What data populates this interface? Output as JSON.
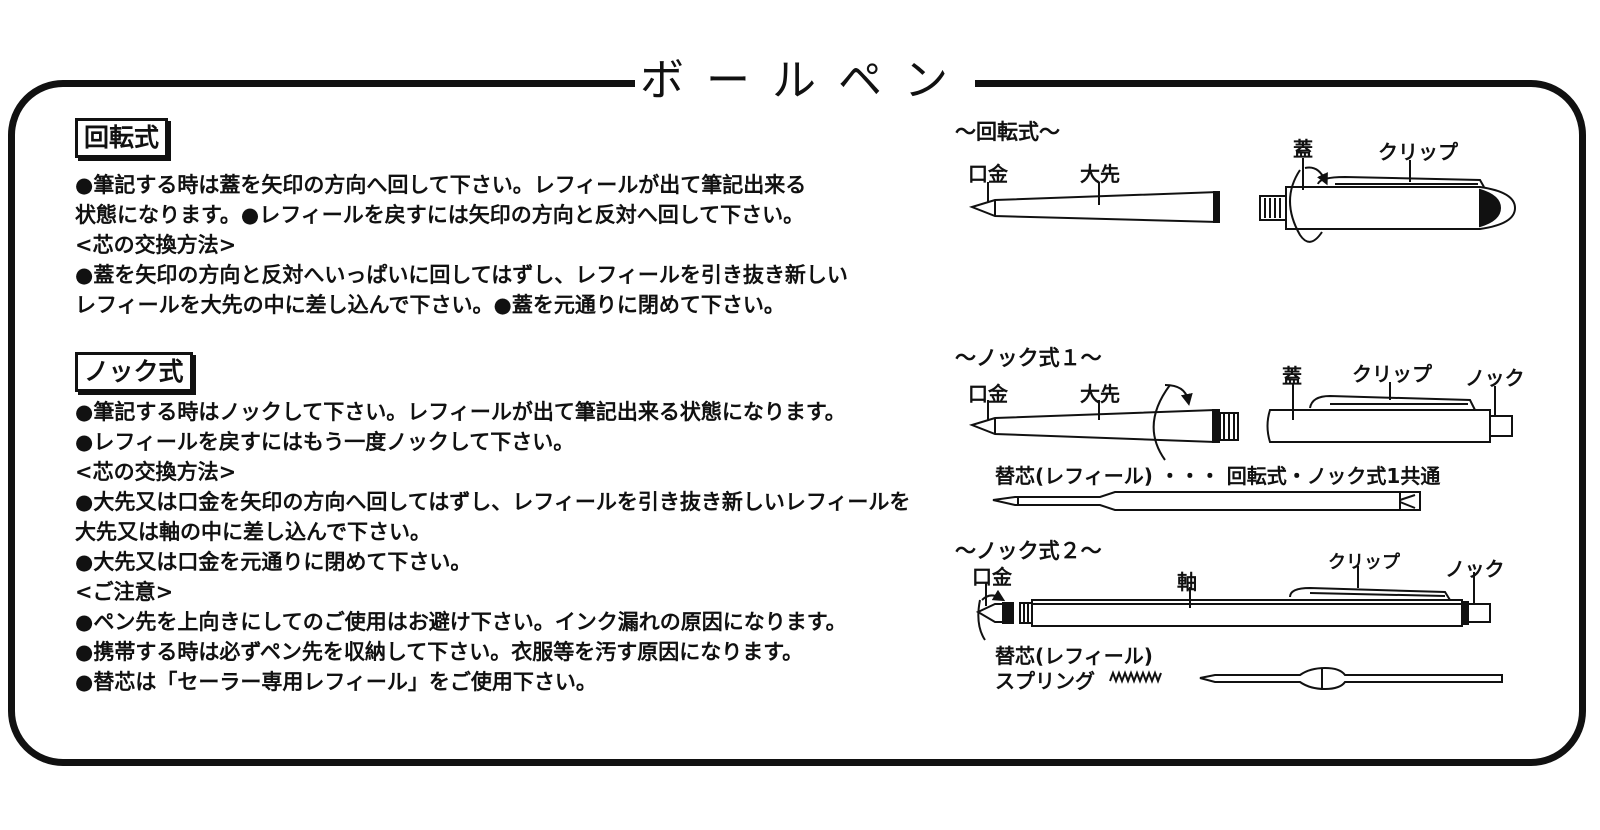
{
  "title": "ボールペン",
  "rotary": {
    "heading": "回転式",
    "lines": [
      "●筆記する時は蓋を矢印の方向へ回して下さい。レフィールが出て筆記出来る",
      "状態になります。●レフィールを戻すには矢印の方向と反対へ回して下さい。",
      "<芯の交換方法>",
      "●蓋を矢印の方向と反対へいっぱいに回してはずし、レフィールを引き抜き新しい",
      "レフィールを大先の中に差し込んで下さい。●蓋を元通りに閉めて下さい。"
    ]
  },
  "knock": {
    "heading": "ノック式",
    "lines": [
      "●筆記する時はノックして下さい。レフィールが出て筆記出来る状態になります。",
      "●レフィールを戻すにはもう一度ノックして下さい。",
      "<芯の交換方法>",
      "●大先又は口金を矢印の方向へ回してはずし、レフィールを引き抜き新しいレフィールを",
      "大先又は軸の中に差し込んで下さい。",
      "●大先又は口金を元通りに閉めて下さい。",
      "<ご注意>",
      "●ペン先を上向きにしてのご使用はお避け下さい。インク漏れの原因になります。",
      "●携帯する時は必ずペン先を収納して下さい。衣服等を汚す原因になります。",
      "●替芯は「セーラー専用レフィール」をご使用下さい。"
    ]
  },
  "diagrams": {
    "rotary_heading": "〜回転式〜",
    "knock1_heading": "〜ノック式１〜",
    "knock2_heading": "〜ノック式２〜",
    "label_kuchigane": "口金",
    "label_osaki": "大先",
    "label_futa": "蓋",
    "label_clip": "クリップ",
    "label_knock": "ノック",
    "label_jiku": "軸",
    "refill_common": "替芯(レフィール) ・・・ 回転式・ノック式1共通",
    "refill": "替芯(レフィール)",
    "spring": "スプリング"
  }
}
